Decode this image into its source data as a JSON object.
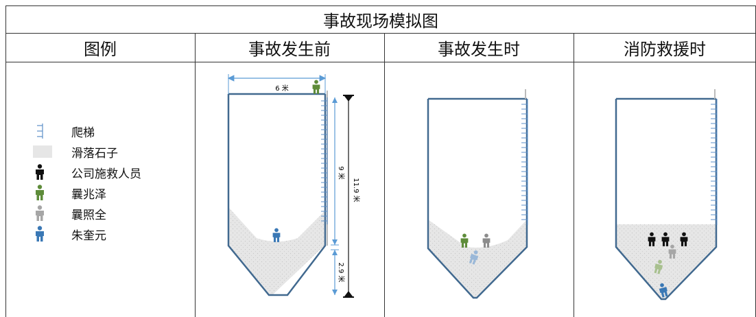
{
  "title": "事故现场模拟图",
  "columns": [
    "图例",
    "事故发生前",
    "事故发生时",
    "消防救援时"
  ],
  "legend": [
    {
      "icon": "ladder-icon",
      "label": "爬梯"
    },
    {
      "icon": "gravel-swatch-icon",
      "label": "滑落石子"
    },
    {
      "icon": "person-black-icon",
      "label": "公司施救人员",
      "color": "#111111"
    },
    {
      "icon": "person-green-icon",
      "label": "曩兆泽",
      "color": "#5e8c3a"
    },
    {
      "icon": "person-gray-icon",
      "label": "曩照全",
      "color": "#a6a6a6"
    },
    {
      "icon": "person-blue-icon",
      "label": "朱奎元",
      "color": "#3a78b5"
    }
  ],
  "dimensions": {
    "width": "6 米",
    "total_height": "11.9 米",
    "upper_height": "9 米",
    "lower_height": "2.9 米"
  },
  "colors": {
    "silo": "#41698f",
    "ladder": "#5b8fc8",
    "gravel": "#e6e6e6",
    "dimension": "#5b9bd5",
    "black": "#111111",
    "green": "#5e8c3a",
    "gray": "#a6a6a6",
    "blue": "#3a78b5"
  }
}
